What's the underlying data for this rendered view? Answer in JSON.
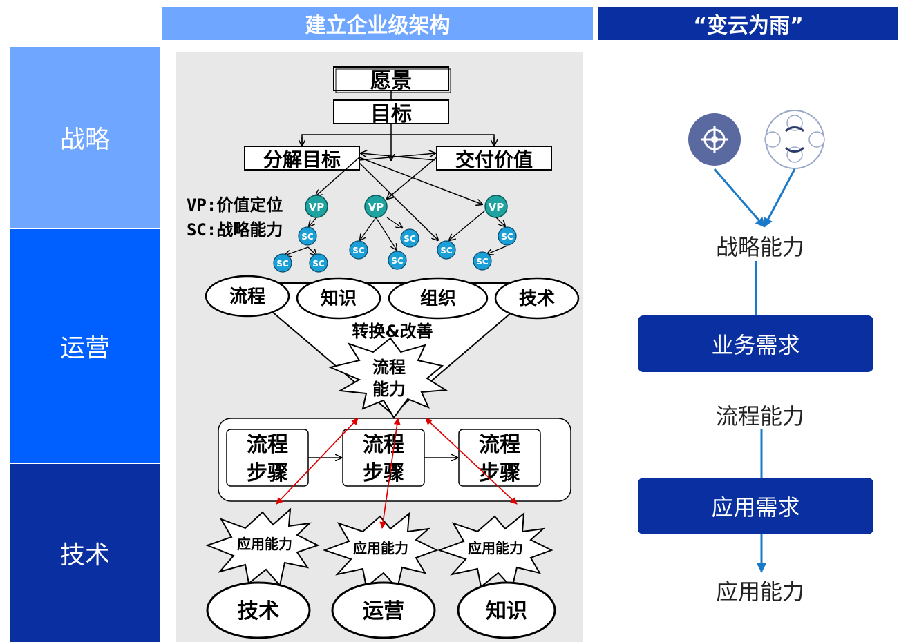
{
  "headers": {
    "left": "建立企业级架构",
    "right": "“变云为雨”"
  },
  "layers": [
    "战略",
    "运营",
    "技术"
  ],
  "colors": {
    "header_left": "#6fa6ff",
    "header_right": "#0a2fa0",
    "layer_1": "#6fa6ff",
    "layer_2": "#0060ff",
    "layer_3": "#0a2fa0",
    "panel_bg": "#e8e8e8",
    "teal": "#1fa3a0",
    "sc_blue": "#1a9fd6",
    "red_arrow": "#e00000",
    "right_box": "#0a2fa0",
    "right_line": "#1a7ac8"
  },
  "diagram": {
    "vision": "愿景",
    "goal": "目标",
    "decompose_goal": "分解目标",
    "deliver_value": "交付价值",
    "legend_vp": "VP:价值定位",
    "legend_sc": "SC:战略能力",
    "vp_label": "VP",
    "sc_label": "SC",
    "elements": [
      "流程",
      "知识",
      "组织",
      "技术"
    ],
    "transform": "转换&改善",
    "process_capability": [
      "流程",
      "能力"
    ],
    "process_step": [
      "流程",
      "步骤"
    ],
    "app_capability": "应用能力",
    "bottom_ellipses": [
      "技术",
      "运营",
      "知识"
    ]
  },
  "right_flow": {
    "strategy_capability": "战略能力",
    "business_req": "业务需求",
    "process_capability": "流程能力",
    "app_req": "应用需求",
    "app_capability": "应用能力"
  }
}
